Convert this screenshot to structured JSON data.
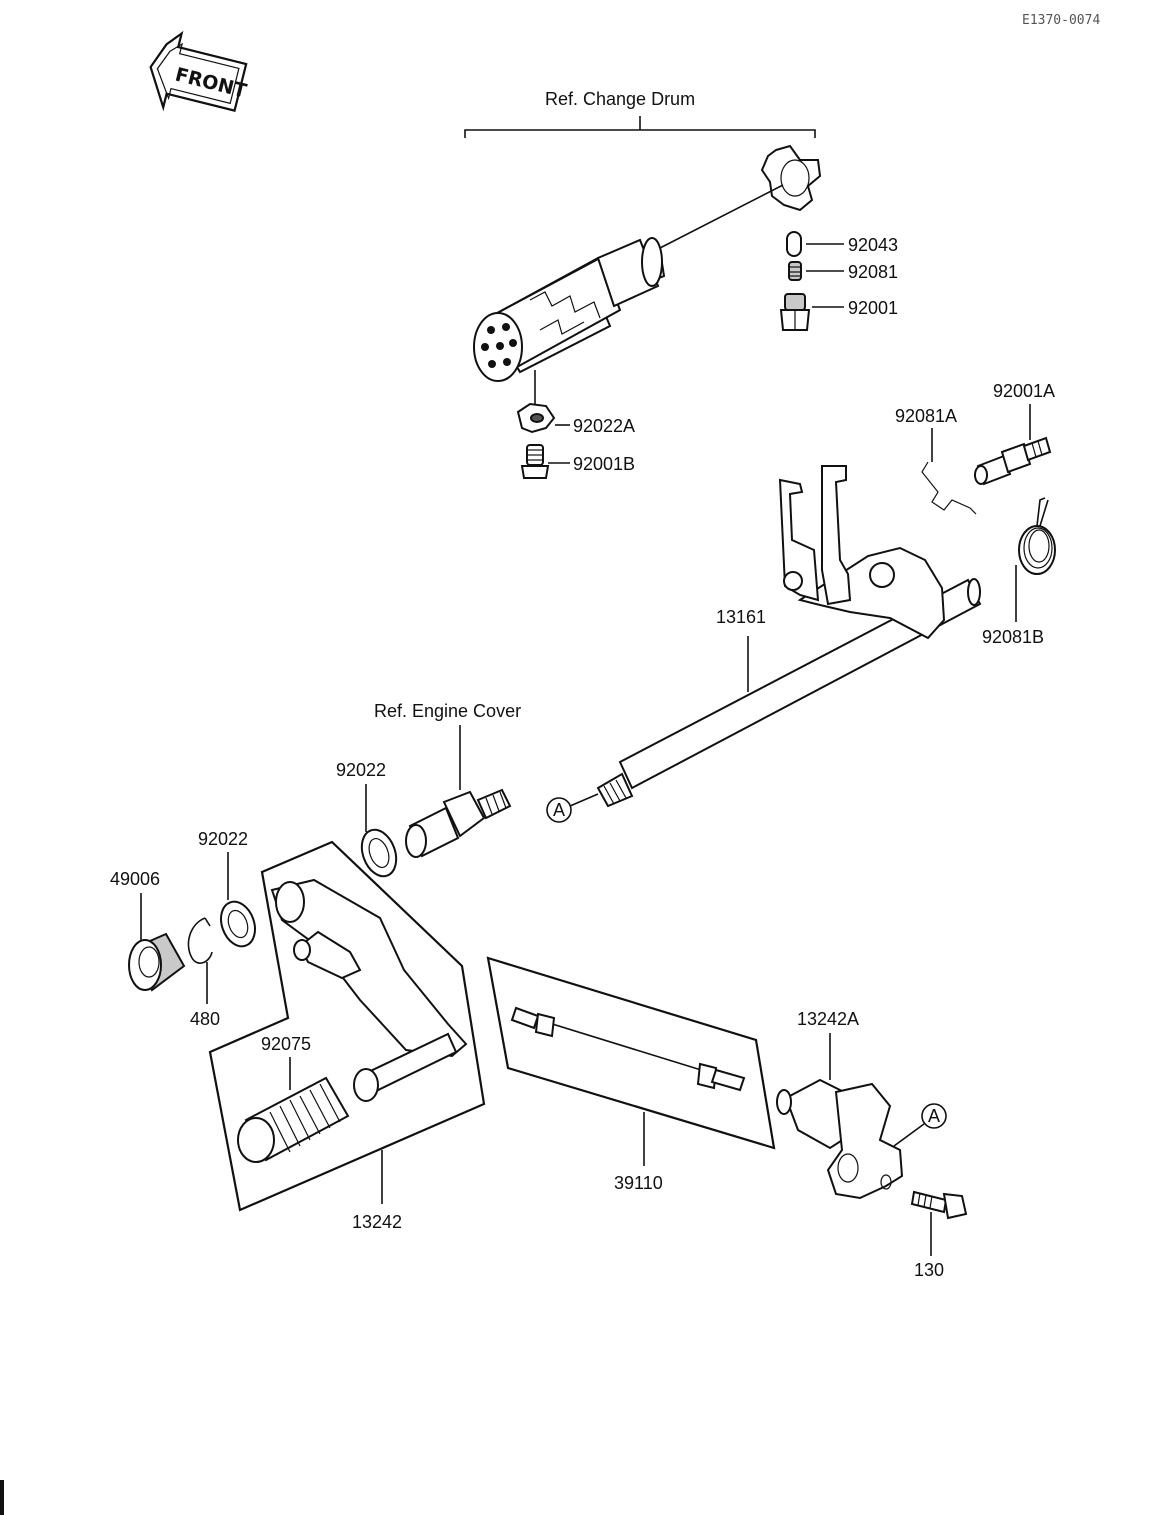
{
  "diagram": {
    "code": "E1370-0074",
    "front_label": "FRONT",
    "refs": {
      "change_drum": "Ref.  Change Drum",
      "engine_cover": "Ref.  Engine Cover"
    },
    "marker": "A",
    "parts": {
      "p92043": "92043",
      "p92081": "92081",
      "p92001": "92001",
      "p92022A": "92022A",
      "p92001B": "92001B",
      "p92081A": "92081A",
      "p92001A": "92001A",
      "p92081B": "92081B",
      "p13161": "13161",
      "p92022_top": "92022",
      "p92022_left": "92022",
      "p49006": "49006",
      "p480": "480",
      "p92075": "92075",
      "p13242": "13242",
      "p39110": "39110",
      "p13242A": "13242A",
      "p130": "130"
    }
  }
}
